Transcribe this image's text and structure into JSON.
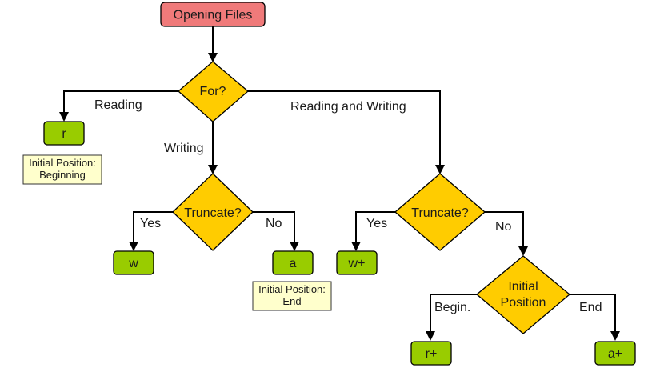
{
  "start": "Opening Files",
  "decisions": {
    "purpose": "For?",
    "truncate_writing": "Truncate?",
    "truncate_rw": "Truncate?",
    "initial_position": [
      "Initial",
      "Position"
    ]
  },
  "modes": {
    "read": "r",
    "write": "w",
    "append": "a",
    "write_plus": "w+",
    "read_plus": "r+",
    "append_plus": "a+"
  },
  "edge_labels": {
    "reading": "Reading",
    "writing": "Writing",
    "reading_writing": "Reading and Writing",
    "yes_left": "Yes",
    "no_left": "No",
    "yes_right": "Yes",
    "no_right": "No",
    "begin": "Begin.",
    "end": "End"
  },
  "notes": {
    "r_position": [
      "Initial Position:",
      "Beginning"
    ],
    "a_position": [
      "Initial Position:",
      "End"
    ]
  },
  "colors": {
    "start": "#f07a7a",
    "decision": "#ffcc00",
    "mode": "#99cc00",
    "note": "#ffffcc"
  }
}
